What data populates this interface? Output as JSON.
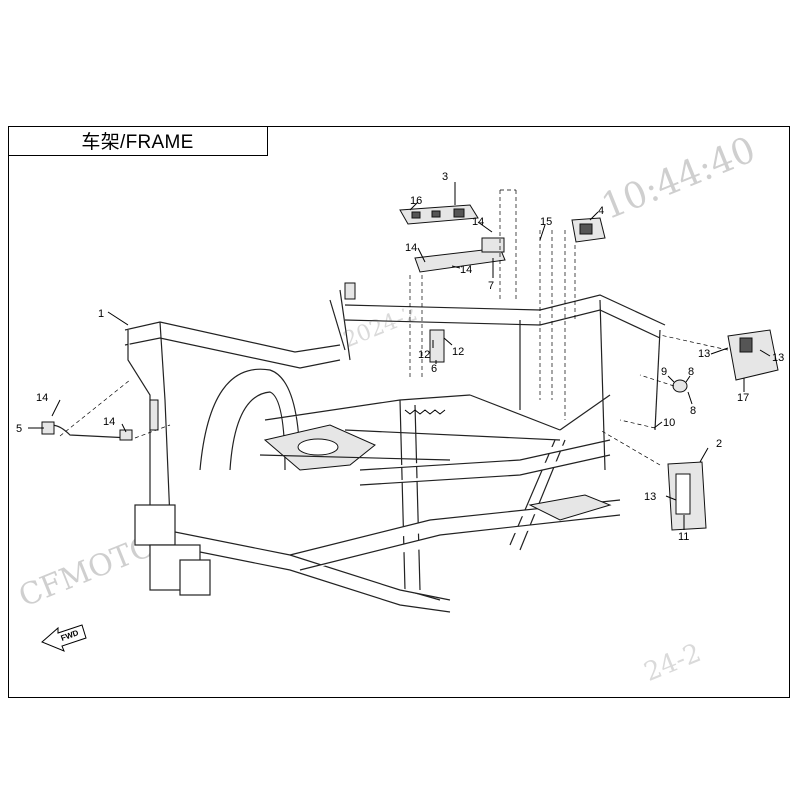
{
  "title": "车架/FRAME",
  "watermarks": {
    "time": "10:44:40",
    "brand": "CFMOTO",
    "date_mid": "2024-2",
    "date_bottom": "24-2"
  },
  "fwd_label": "FWD",
  "callouts": {
    "c1": "1",
    "c2": "2",
    "c3": "3",
    "c4": "4",
    "c5": "5",
    "c6": "6",
    "c7": "7",
    "c8a": "8",
    "c8b": "8",
    "c9": "9",
    "c10": "10",
    "c11": "11",
    "c12a": "12",
    "c12b": "12",
    "c13a": "13",
    "c13b": "13",
    "c13c": "13",
    "c14a": "14",
    "c14b": "14",
    "c14c": "14",
    "c14d": "14",
    "c15": "15",
    "c16": "16",
    "c17": "17"
  }
}
